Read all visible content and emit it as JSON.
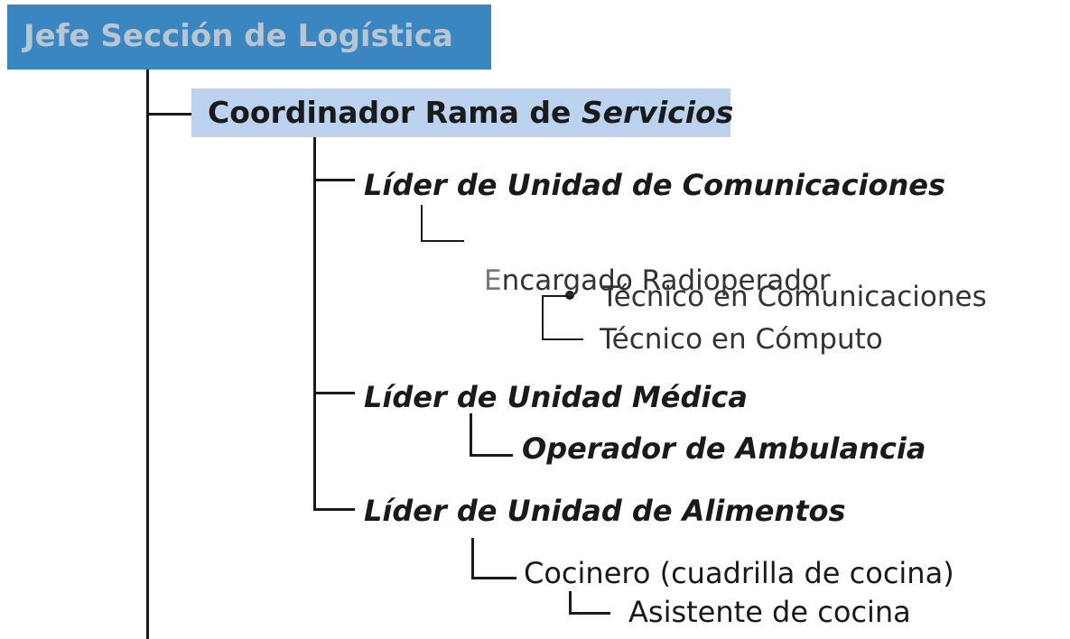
{
  "root": {
    "label": "Jefe Sección de Logística"
  },
  "coordinator": {
    "label_main": "Coordinador Rama de ",
    "label_italic": "Servicios"
  },
  "communications": {
    "leader": "Líder de Unidad de Comunicaciones",
    "encargado_initial": "E",
    "encargado_rest": "ncargado Radioperador",
    "tecnico_comunicaciones": "Técnico en Comunicaciones",
    "tecnico_computo": "Técnico en Cómputo"
  },
  "medical": {
    "leader": "Líder de Unidad Médica",
    "operator": "Operador de Ambulancia"
  },
  "food": {
    "leader": "Líder de Unidad de Alimentos",
    "cook": "Cocinero (cuadrilla de cocina)",
    "assistant": "Asistente de cocina"
  },
  "colors": {
    "root_fill": "#3a86c0",
    "root_text": "#b8c6d3",
    "coordinator_fill": "#bcd3ef",
    "line": "#1a1a1a"
  }
}
